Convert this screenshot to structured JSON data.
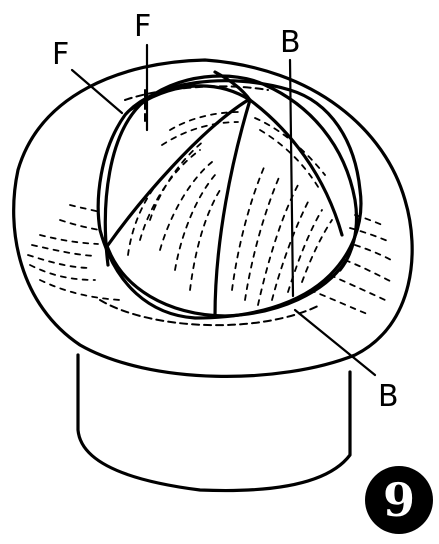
{
  "labels": {
    "f_left": "F",
    "f_top": "F",
    "b_top": "B",
    "b_bottom": "B"
  },
  "figure_number": "9"
}
